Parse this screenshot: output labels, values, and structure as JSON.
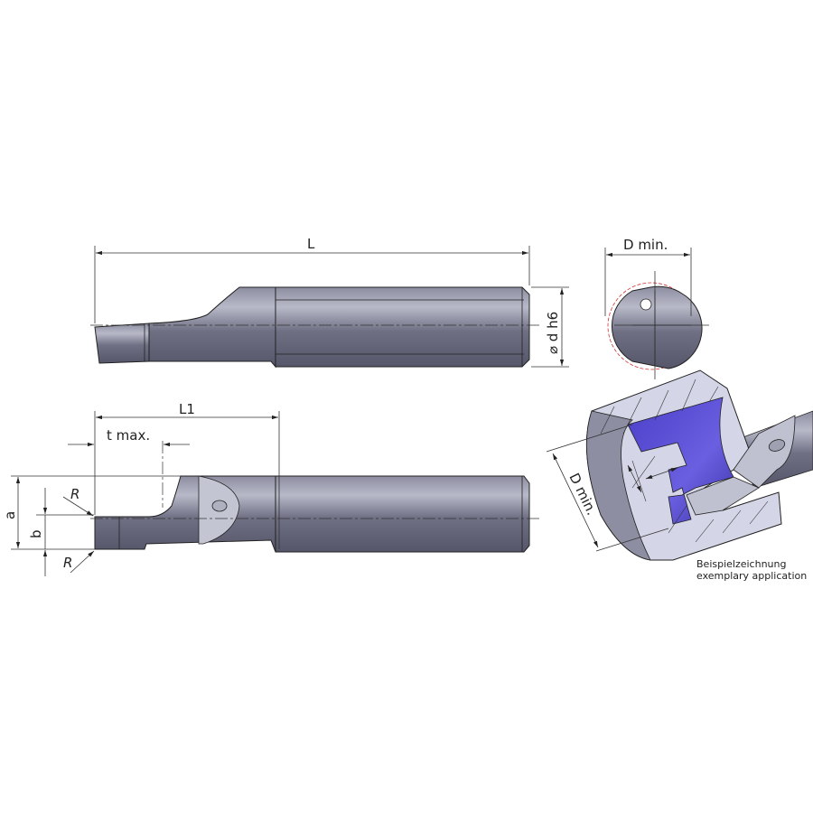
{
  "top_view": {
    "length_label": "L",
    "diameter_label": "⌀ d h6"
  },
  "end_view": {
    "dmin_label": "D min."
  },
  "side_view": {
    "l1_label": "L1",
    "tmax_label": "t max.",
    "a_label": "a",
    "b_label": "b",
    "r_top_label": "R",
    "r_bottom_label": "R"
  },
  "section_view": {
    "dmin_label": "D min.",
    "caption_de": "Beispielzeichnung",
    "caption_en": "exemplary application"
  },
  "colors": {
    "steel": "#6f7084",
    "steel_light": "#b9bac8",
    "section": "#d4d5e6",
    "groove": "#5a4fd0",
    "dmin_circle": "#d33333"
  }
}
